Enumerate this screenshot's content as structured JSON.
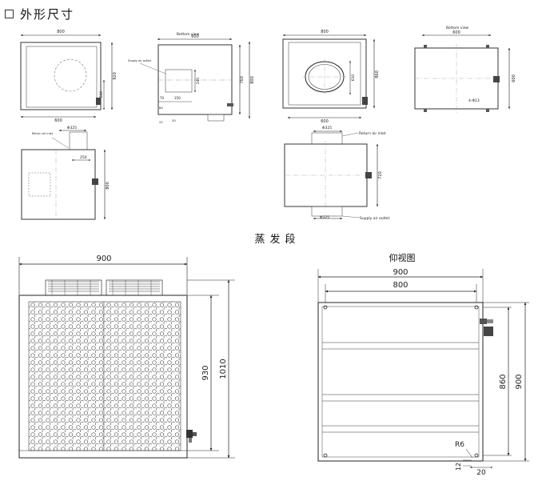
{
  "header": {
    "title": "外形尺寸"
  },
  "views": {
    "v1": {
      "w": "800",
      "h": "920",
      "inner_h": "610",
      "bottom_w": "600"
    },
    "v2": {
      "caption": "Bottom view",
      "w": "600",
      "h1": "760",
      "h2": "800",
      "inner": "240",
      "dim_a": "70",
      "dim_b": "150",
      "dim_c": "84",
      "dim_d": "22",
      "dim_e": "20",
      "note": "Supply air outlet"
    },
    "v3": {
      "w": "800",
      "h": "860",
      "inner": "610",
      "bottom_w": "600"
    },
    "v4": {
      "caption": "Bottom view",
      "w": "600",
      "h": "600",
      "holes": "4-Φ13"
    },
    "v5": {
      "note": "Return air inlet",
      "dia": "Φ325",
      "offset": "250",
      "h": "800"
    },
    "v6": {
      "dia_top": "Φ325",
      "inlet": "Return air inlet",
      "h": "720",
      "dia_bot": "Φ325",
      "outlet": "Supply air outlet"
    }
  },
  "section": {
    "title": "蒸发段"
  },
  "front": {
    "width": "900",
    "h_inner": "930",
    "h_total": "1010"
  },
  "bottom": {
    "title": "仰视图",
    "w_outer": "900",
    "w_inner": "800",
    "h_inner": "860",
    "h_outer": "900",
    "radius": "R6",
    "dim_small": "12",
    "dim_side": "20"
  }
}
